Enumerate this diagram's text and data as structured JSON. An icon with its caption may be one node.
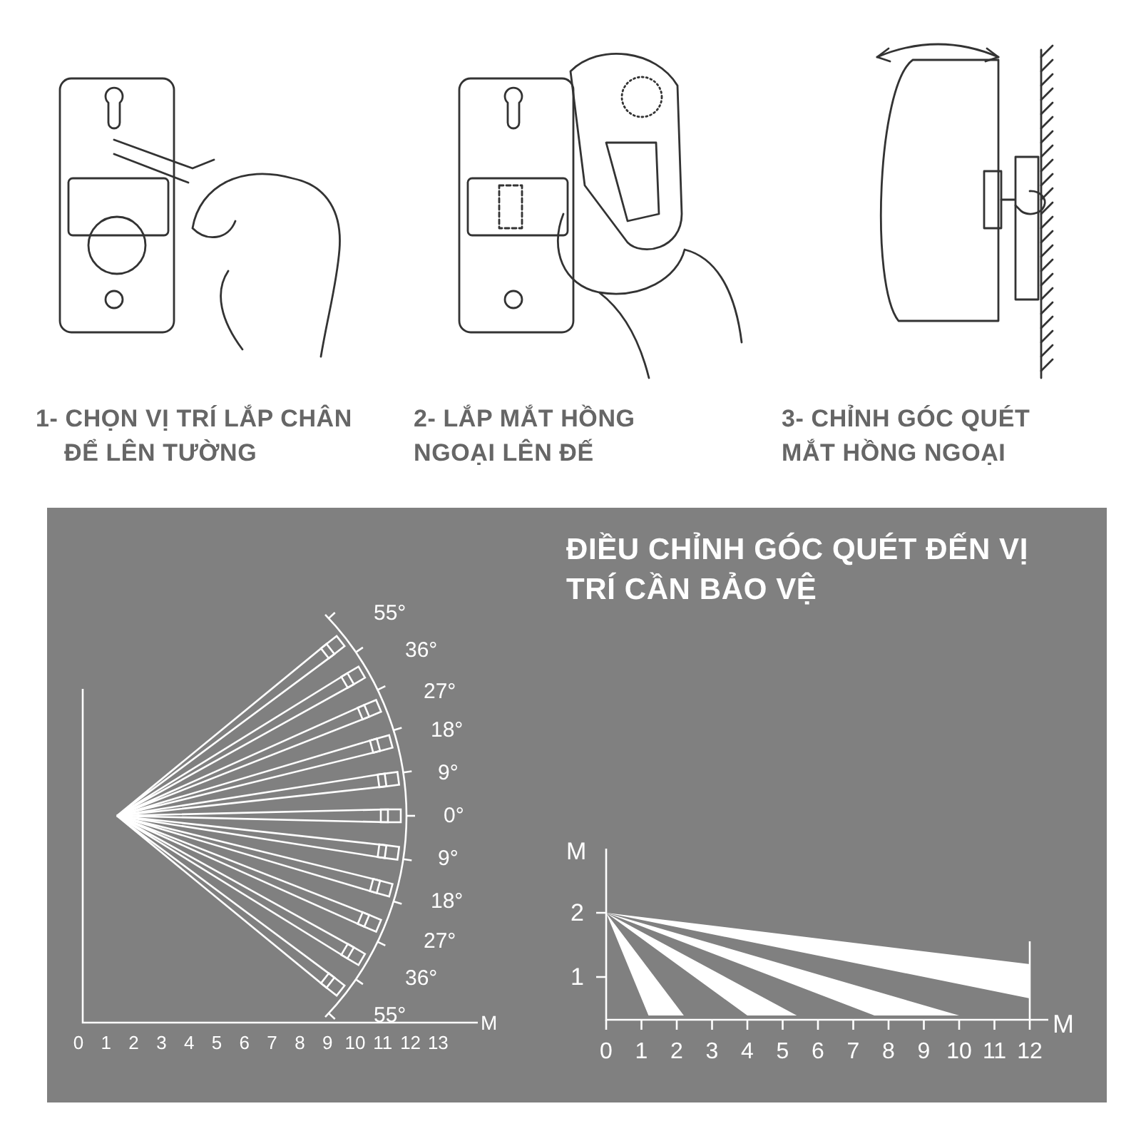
{
  "diagram": {
    "labels": [
      "1- CHỌN VỊ TRÍ LẮP CHÂN ĐỂ LÊN TƯỜNG",
      "2- LẮP MẮT HỒNG NGOẠI LÊN ĐẾ",
      "3- CHỈNH GÓC QUÉT MẮT HỒNG NGOẠI",
      "ĐIỀU CHỈNH GÓC QUÉT ĐẾN VỊ TRÍ CẦN BẢO VỆ",
      "55°",
      "36°",
      "27°",
      "18°",
      "9°",
      "0°",
      "9°",
      "18°",
      "27°",
      "36°",
      "55°",
      "0",
      "1",
      "2",
      "3",
      "4",
      "5",
      "6",
      "7",
      "8",
      "9",
      "10",
      "11",
      "12",
      "13",
      "M",
      "M",
      "2",
      "1",
      "0",
      "1",
      "2",
      "3",
      "4",
      "5",
      "6",
      "7",
      "8",
      "9",
      "10",
      "11",
      "12",
      "M"
    ]
  }
}
